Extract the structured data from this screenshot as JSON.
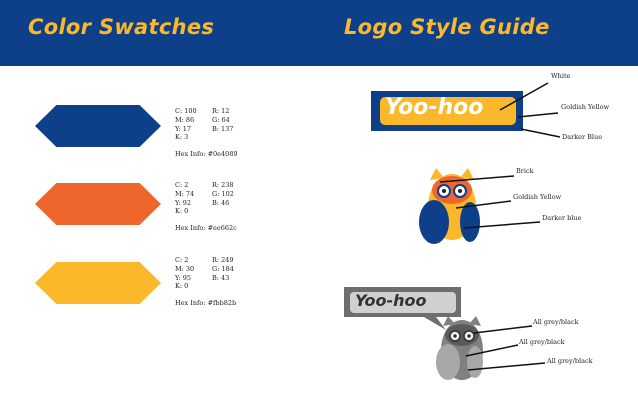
{
  "headers": {
    "left_title": "Color Swatches",
    "right_title": "Logo Style Guide"
  },
  "colors": {
    "banner": "#0e4089",
    "header_text": "#fbb82b",
    "darker_blue": "#0e4089",
    "brick": "#ee662c",
    "goldish_yellow": "#fbb82b",
    "grey": "#808080"
  },
  "swatches": [
    {
      "color": "#0e4089",
      "c": "C: 100",
      "m": "M: 86",
      "y": "Y: 17",
      "k": "K: 3",
      "r": "R: 12",
      "g": "G: 64",
      "b": "B: 137",
      "hex_info": "Hex Info: #0e4089"
    },
    {
      "color": "#ee662c",
      "c": "C: 2",
      "m": "M: 74",
      "y": "Y: 92",
      "k": "K: 0",
      "r": "R: 238",
      "g": "G: 102",
      "b": "B: 46",
      "hex_info": "Hex Info: #ee662c"
    },
    {
      "color": "#fbb82b",
      "c": "C: 2",
      "m": "M: 30",
      "y": "Y: 95",
      "k": "K: 0",
      "r": "R: 249",
      "g": "G: 184",
      "b": "B: 43",
      "hex_info": "Hex Info: #fbb82b"
    }
  ],
  "logo_color": {
    "wordmark": "Yoo-hoo",
    "labels": {
      "white": "White",
      "goldish_yellow": "Goldish Yellow",
      "darker_blue": "Darker Blue"
    }
  },
  "owl_color": {
    "labels": {
      "brick": "Brick",
      "goldish_yellow": "Goldish Yellow",
      "darker_blue": "Darker blue"
    }
  },
  "logo_grey": {
    "wordmark": "Yoo-hoo",
    "labels": [
      "All grey/black",
      "All grey/black",
      "All grey/black"
    ]
  }
}
